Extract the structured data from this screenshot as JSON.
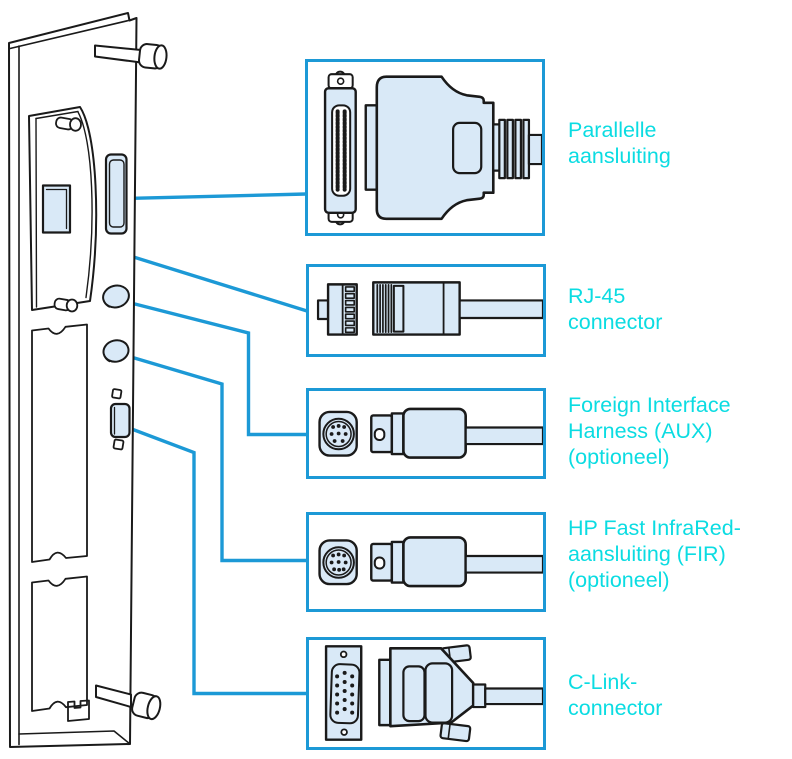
{
  "figure": {
    "type": "hardware-connector-location-diagram",
    "connectors": [
      {
        "id": "parallel",
        "icon": "centronics-parallel-connector",
        "label_lines": [
          "Parallelle",
          "aansluiting"
        ]
      },
      {
        "id": "rj45",
        "icon": "rj45-connector",
        "label_lines": [
          "RJ-45",
          "connector"
        ]
      },
      {
        "id": "aux",
        "icon": "mini-din-connector",
        "label_lines": [
          "Foreign Interface",
          "Harness (AUX)",
          "(optioneel)"
        ]
      },
      {
        "id": "fir",
        "icon": "mini-din-connector",
        "label_lines": [
          "HP Fast InfraRed-",
          "aansluiting (FIR)",
          "(optioneel)"
        ]
      },
      {
        "id": "clink",
        "icon": "db15-connector",
        "label_lines": [
          "C-Link-",
          "connector"
        ]
      }
    ]
  },
  "colors": {
    "callout_blue": "#1C99D6",
    "label_cyan": "#0BDCE2",
    "connector_fill": "#D9E9F7",
    "outline_black": "#1A1A1A",
    "background": "#FFFFFF"
  }
}
